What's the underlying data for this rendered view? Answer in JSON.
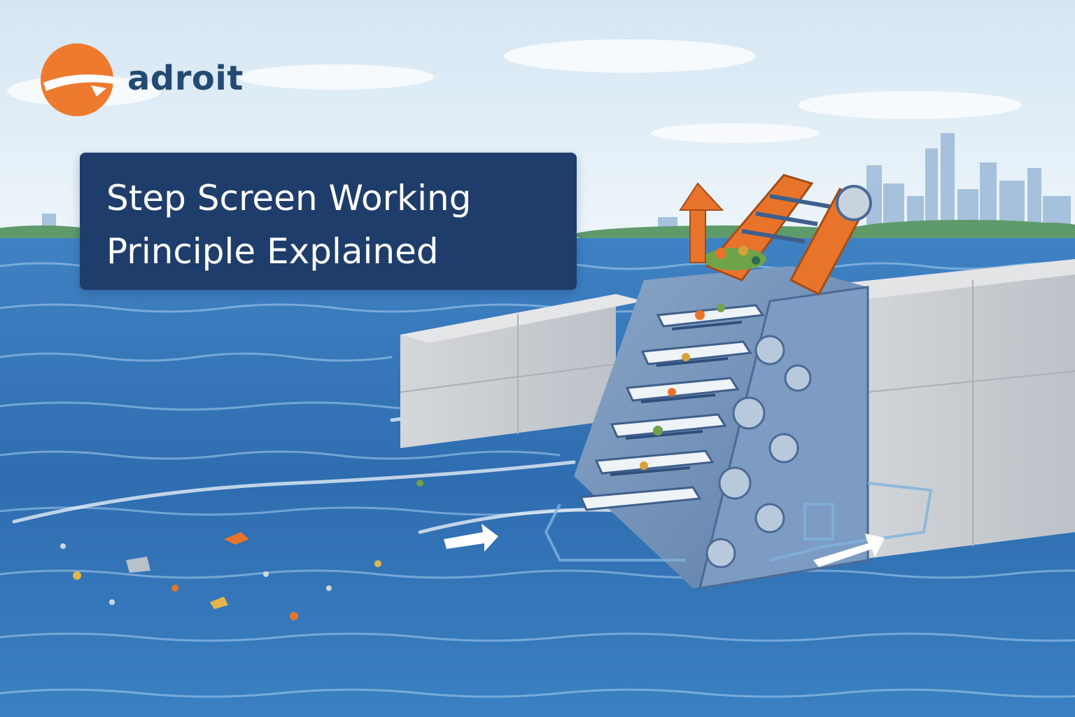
{
  "brand": {
    "name": "adroit",
    "mark_color": "#ee7a2e",
    "text_color": "#234a73"
  },
  "hero": {
    "title_line_1": "Step Screen Working",
    "title_line_2": "Principle Explained",
    "panel_color": "#1f3d6b"
  },
  "illustration": {
    "subject": "step screen machine lifting debris out of water",
    "icons": [
      "flow-arrow-icon",
      "lift-arrow-icon"
    ],
    "palette": {
      "sky": "#dcebf5",
      "water": "#2f6fb3",
      "machine": "#6f8fb8",
      "accent": "#e8742b",
      "concrete": "#c9ced4"
    }
  }
}
